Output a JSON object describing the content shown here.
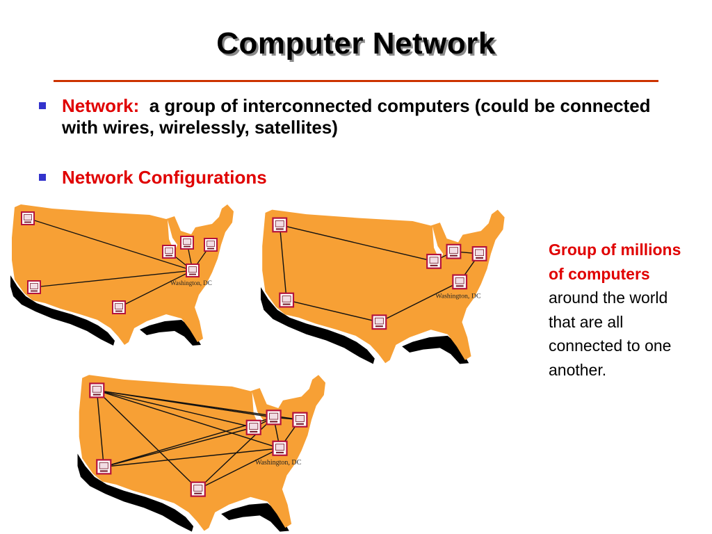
{
  "slide": {
    "title": "Computer Network",
    "bullets": [
      {
        "term": "Network:",
        "text": "a group of interconnected computers (could be connected with wires, wirelessly, satellites)"
      },
      {
        "term": "Network Configurations",
        "text": ""
      }
    ],
    "sidebar": {
      "highlight": "Group of millions of computers",
      "text": "around the world that are all connected to one another."
    },
    "map_label": "Washington, DC"
  },
  "colors": {
    "map_fill": "#f7a035",
    "map_coast": "#000000",
    "title_rule": "#cc3300",
    "bullet": "#3333cc",
    "highlight": "#e00000",
    "computer_frame": "#b4123c"
  },
  "diagrams": [
    {
      "name": "star",
      "nodes": [
        "nw",
        "ne1",
        "ne2",
        "ne3",
        "dc",
        "sw",
        "s"
      ],
      "links": [
        [
          "nw",
          "dc"
        ],
        [
          "ne1",
          "dc"
        ],
        [
          "ne2",
          "dc"
        ],
        [
          "ne3",
          "dc"
        ],
        [
          "sw",
          "dc"
        ],
        [
          "s",
          "dc"
        ]
      ]
    },
    {
      "name": "ring",
      "nodes": [
        "nw",
        "ne1",
        "ne2",
        "ne3",
        "dc",
        "sw",
        "s"
      ],
      "links": [
        [
          "nw",
          "ne1"
        ],
        [
          "ne1",
          "ne2"
        ],
        [
          "ne2",
          "ne3"
        ],
        [
          "ne3",
          "dc"
        ],
        [
          "dc",
          "s"
        ],
        [
          "s",
          "sw"
        ],
        [
          "sw",
          "nw"
        ]
      ]
    },
    {
      "name": "mesh",
      "nodes": [
        "nw",
        "ne1",
        "ne2",
        "ne3",
        "dc",
        "sw",
        "s"
      ],
      "links": [
        [
          "nw",
          "ne1"
        ],
        [
          "nw",
          "ne2"
        ],
        [
          "nw",
          "ne3"
        ],
        [
          "nw",
          "dc"
        ],
        [
          "nw",
          "sw"
        ],
        [
          "nw",
          "s"
        ],
        [
          "sw",
          "ne1"
        ],
        [
          "sw",
          "ne2"
        ],
        [
          "sw",
          "dc"
        ],
        [
          "s",
          "ne2"
        ],
        [
          "s",
          "dc"
        ],
        [
          "ne1",
          "ne2"
        ],
        [
          "ne2",
          "ne3"
        ],
        [
          "ne2",
          "dc"
        ],
        [
          "ne3",
          "dc"
        ]
      ]
    }
  ]
}
